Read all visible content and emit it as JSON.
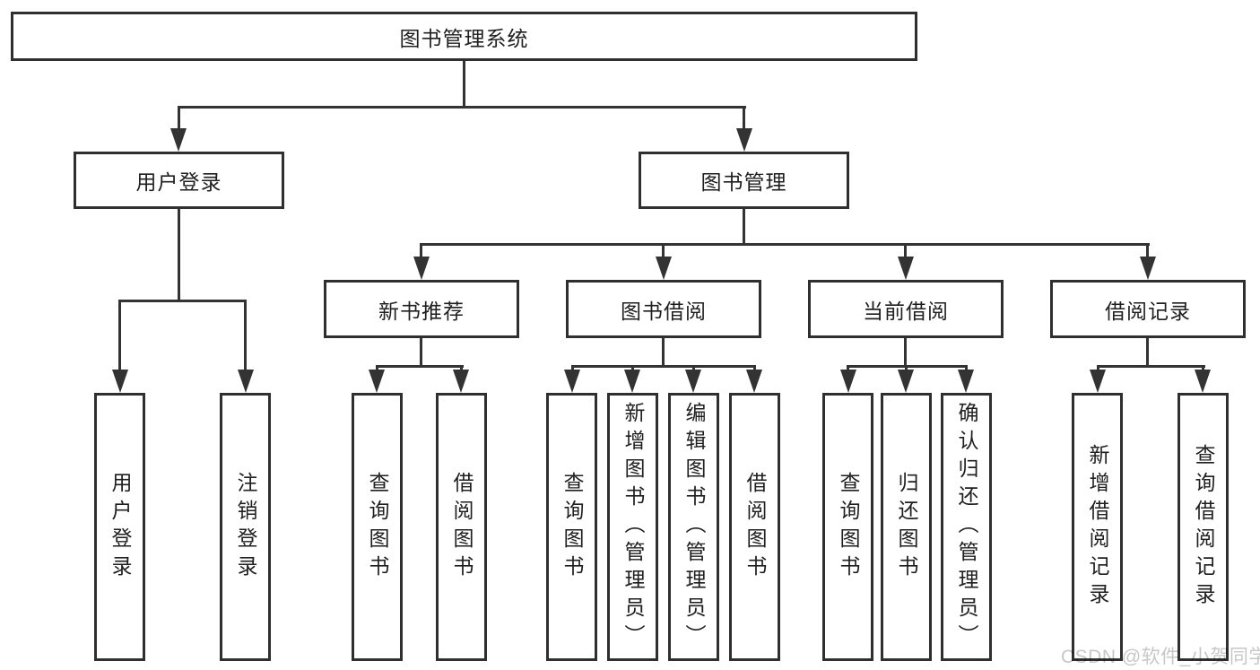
{
  "diagram": {
    "title": "图书管理系统",
    "nodes": {
      "root": {
        "label": "图书管理系统"
      },
      "level2": [
        {
          "label": "用户登录"
        },
        {
          "label": "图书管理"
        }
      ],
      "level3": [
        {
          "label": "新书推荐",
          "parent": "图书管理"
        },
        {
          "label": "图书借阅",
          "parent": "图书管理"
        },
        {
          "label": "当前借阅",
          "parent": "图书管理"
        },
        {
          "label": "借阅记录",
          "parent": "图书管理"
        }
      ],
      "leaves": [
        {
          "label": "用户登录",
          "parent": "用户登录"
        },
        {
          "label": "注销登录",
          "parent": "用户登录"
        },
        {
          "label": "查询图书",
          "parent": "新书推荐"
        },
        {
          "label": "借阅图书",
          "parent": "新书推荐"
        },
        {
          "label": "查询图书",
          "parent": "图书借阅"
        },
        {
          "label": "新增图书（管理员）",
          "parent": "图书借阅"
        },
        {
          "label": "编辑图书（管理员）",
          "parent": "图书借阅"
        },
        {
          "label": "借阅图书",
          "parent": "图书借阅"
        },
        {
          "label": "查询图书",
          "parent": "当前借阅"
        },
        {
          "label": "归还图书",
          "parent": "当前借阅"
        },
        {
          "label": "确认归还（管理员）",
          "parent": "当前借阅"
        },
        {
          "label": "新增借阅记录",
          "parent": "借阅记录"
        },
        {
          "label": "查询借阅记录",
          "parent": "借阅记录"
        }
      ]
    },
    "colors": {
      "line": "#333333",
      "border": "#2f2f2f",
      "text": "#1f1f1f",
      "background": "#ffffff",
      "watermark": "#c7c7c7"
    }
  },
  "watermark": {
    "text": "CSDN @软件_小贺同学"
  }
}
